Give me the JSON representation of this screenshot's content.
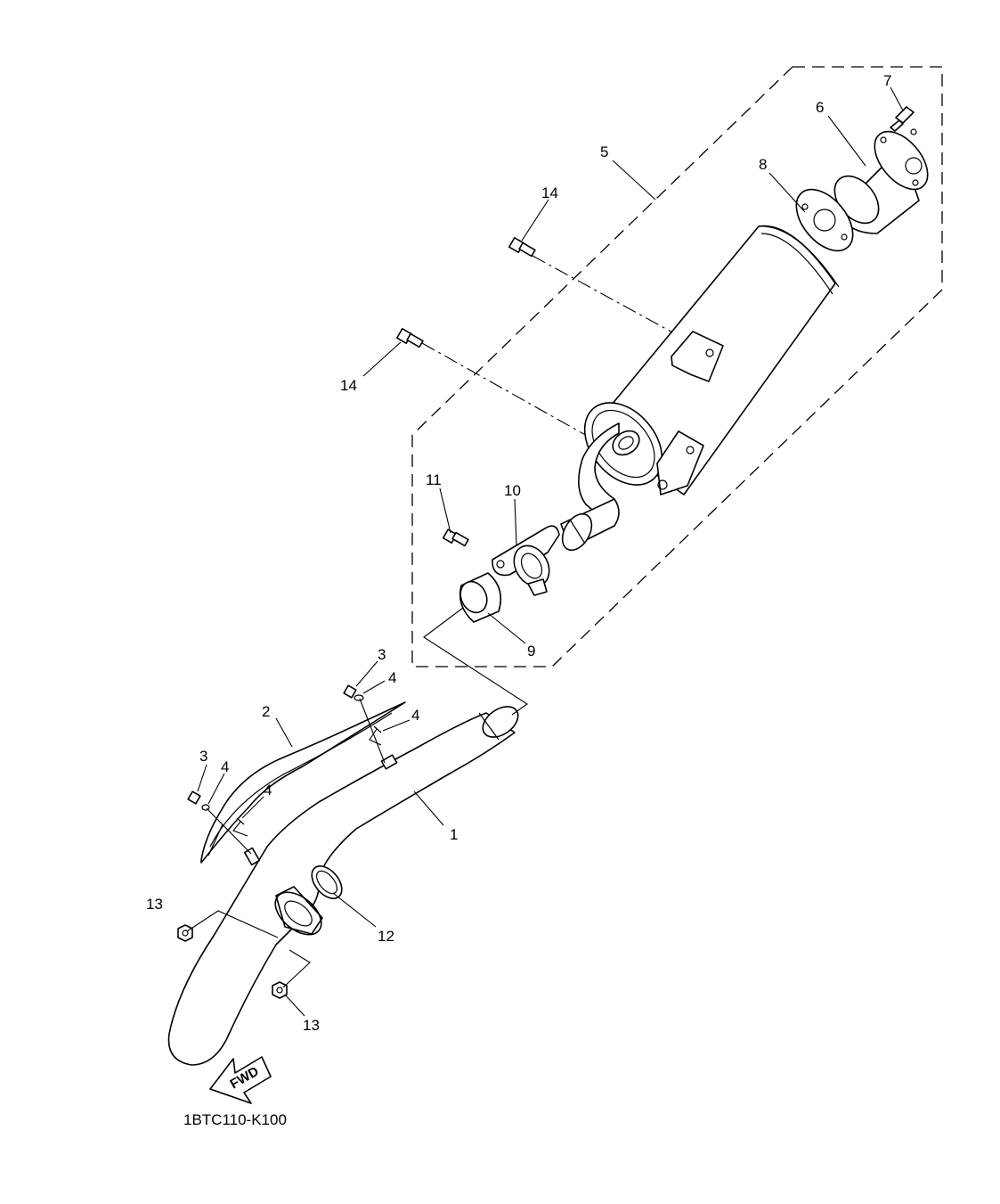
{
  "diagram_code": "1BTC110-K100",
  "fwd_label": "FWD",
  "callouts": {
    "c1": "1",
    "c2": "2",
    "c3a": "3",
    "c3b": "3",
    "c4a": "4",
    "c4b": "4",
    "c4c": "4",
    "c4d": "4",
    "c5": "5",
    "c6": "6",
    "c7": "7",
    "c8": "8",
    "c9": "9",
    "c10": "10",
    "c11": "11",
    "c12": "12",
    "c13a": "13",
    "c13b": "13",
    "c14a": "14",
    "c14b": "14"
  }
}
